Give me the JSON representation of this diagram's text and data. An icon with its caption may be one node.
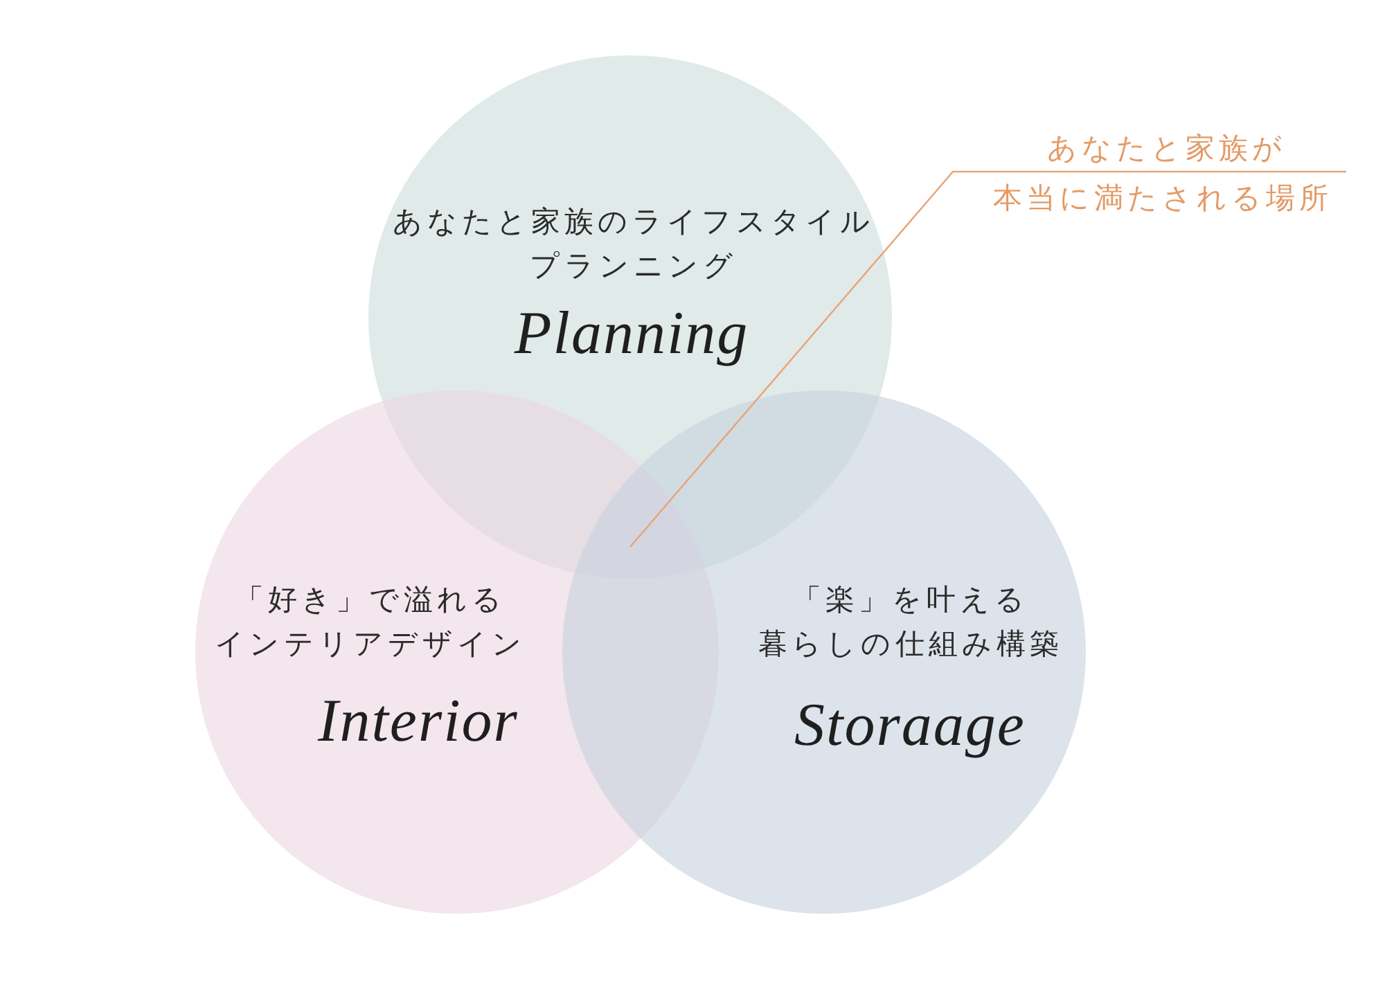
{
  "diagram": {
    "nodes": [
      {
        "text": [
          "あなたと家族のライフスタイルプランニング",
          "Planning"
        ]
      },
      {
        "text": [
          "あなたと家族が",
          "本当に満たされる場所"
        ]
      },
      {
        "text": [
          "「好き」で溢れるインテリアデザイン",
          "Interior"
        ]
      },
      {
        "text": [
          "「楽」を叶える暮らしの仕組み構築",
          "Storaage"
        ]
      }
    ],
    "edges": [
      {
        "from": 1,
        "to": 0,
        "arrow": "none"
      }
    ]
  }
}
